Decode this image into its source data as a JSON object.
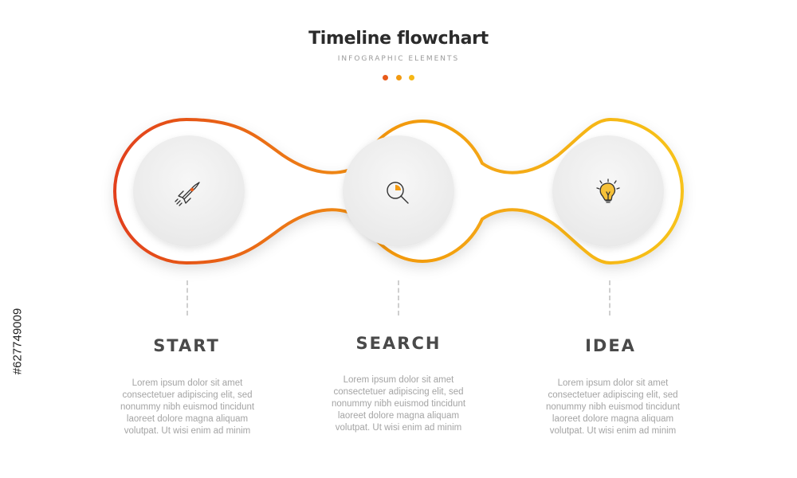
{
  "header": {
    "title": "Timeline flowchart",
    "subtitle": "INFOGRAPHIC ELEMENTS",
    "dot_colors": [
      "#e85a1a",
      "#f29a12",
      "#f6b716"
    ]
  },
  "steps": [
    {
      "label": "START",
      "icon": "rocket-icon",
      "description": [
        "Lorem ipsum dolor sit amet",
        "consectetuer adipiscing elit, sed",
        "nonummy nibh euismod tincidunt",
        "laoreet dolore magna aliquam",
        "volutpat. Ut wisi enim ad minim"
      ]
    },
    {
      "label": "SEARCH",
      "icon": "magnifier-icon",
      "description": [
        "Lorem ipsum dolor sit amet",
        "consectetuer adipiscing elit, sed",
        "nonummy nibh euismod tincidunt",
        "laoreet dolore magna aliquam",
        "volutpat. Ut wisi enim ad minim"
      ]
    },
    {
      "label": "IDEA",
      "icon": "lightbulb-icon",
      "description": [
        "Lorem ipsum dolor sit amet",
        "consectetuer adipiscing elit, sed",
        "nonummy nibh euismod tincidunt",
        "laoreet dolore magna aliquam",
        "volutpat. Ut wisi enim ad minim"
      ]
    }
  ],
  "colors": {
    "gradient_start": "#e2411b",
    "gradient_mid": "#f2990f",
    "gradient_end": "#f7c21a",
    "label_color": "#4a4a4a",
    "text_color": "#a4a4a4"
  },
  "watermark": {
    "side_id": "#627749009"
  }
}
